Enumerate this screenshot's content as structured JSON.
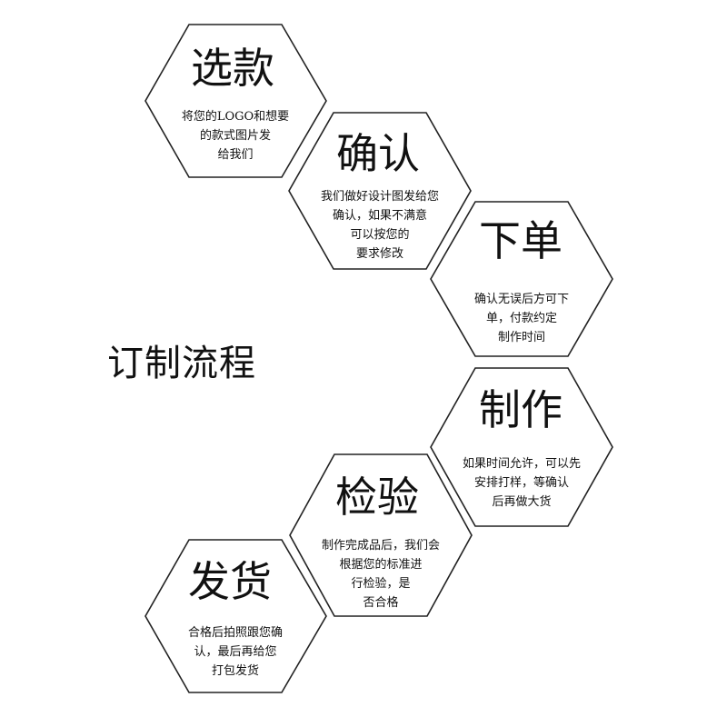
{
  "title": "订制流程",
  "steps": [
    {
      "name": "选款",
      "desc": [
        "将您的LOGO和想要",
        "的款式图片发",
        "给我们"
      ]
    },
    {
      "name": "确认",
      "desc": [
        "我们做好设计图发给您",
        "确认，如果不满意",
        "可以按您的",
        "要求修改"
      ]
    },
    {
      "name": "下单",
      "desc": [
        "确认无误后方可下",
        "单，付款约定",
        "制作时间"
      ]
    },
    {
      "name": "制作",
      "desc": [
        "如果时间允许，可以先",
        "安排打样，等确认",
        "后再做大货"
      ]
    },
    {
      "name": "检验",
      "desc": [
        "制作完成品后，我们会",
        "根据您的标准进",
        "行检验，是",
        "否合格"
      ]
    },
    {
      "name": "发货",
      "desc": [
        "合格后拍照跟您确",
        "认，最后再给您",
        "打包发货"
      ]
    }
  ]
}
